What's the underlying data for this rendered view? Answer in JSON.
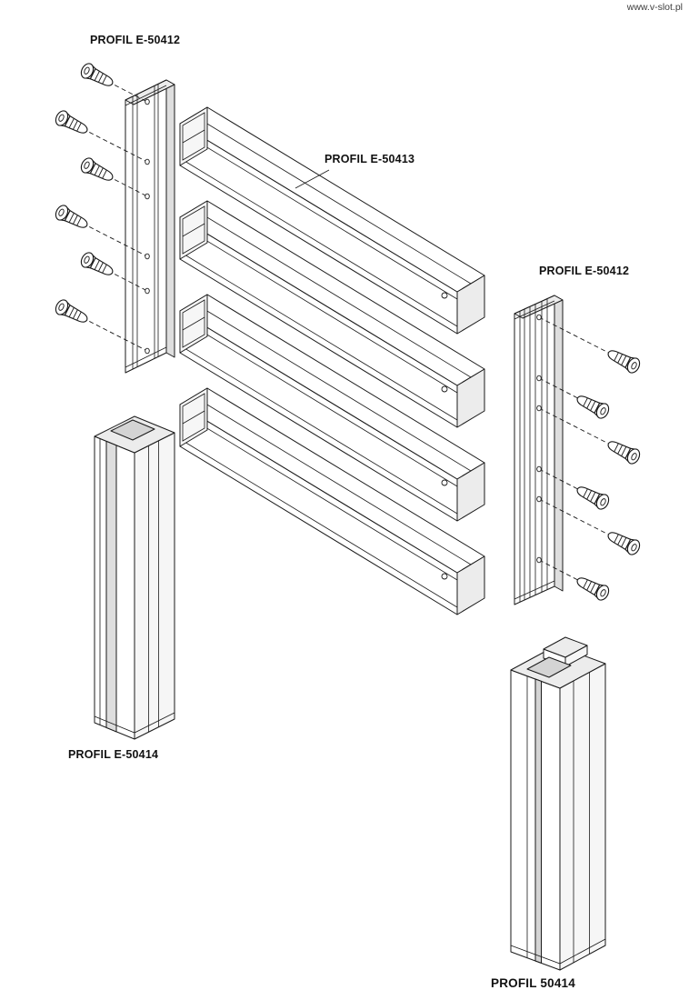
{
  "page": {
    "watermark": "www.v-slot.pl",
    "background_color": "#ffffff",
    "line_color": "#1a1a1a"
  },
  "labels": {
    "left_mounting_profile": "PROFIL E-50412",
    "slat_profile": "PROFIL E-50413",
    "right_mounting_profile": "PROFIL E-50412",
    "bottom_left_post_profile": "PROFIL E-50414",
    "bottom_right_post_profile": "PROFIL 50414"
  },
  "diagram": {
    "type": "exploded-isometric-assembly-drawing",
    "parts": [
      {
        "name": "left-mounting-profile",
        "label": "PROFIL E-50412",
        "screw_count": 6
      },
      {
        "name": "horizontal-slat-profiles",
        "label": "PROFIL E-50413",
        "slat_count": 4
      },
      {
        "name": "right-mounting-profile",
        "label": "PROFIL E-50412",
        "screw_count": 6
      },
      {
        "name": "bottom-left-post-profile",
        "label": "PROFIL E-50414"
      },
      {
        "name": "bottom-right-post-profile",
        "label": "PROFIL 50414"
      }
    ]
  }
}
